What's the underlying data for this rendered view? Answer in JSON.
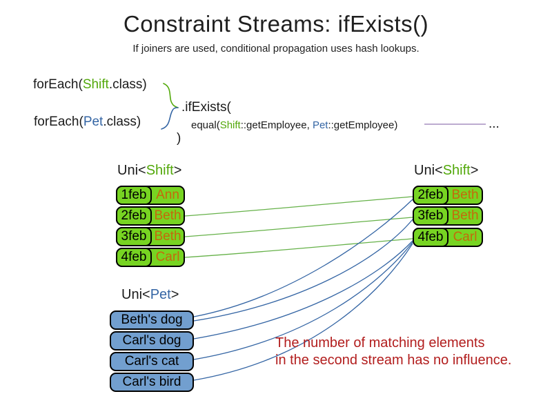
{
  "slide": {
    "title": "Constraint Streams: ifExists()",
    "subtitle": "If joiners are used, conditional propagation uses hash lookups."
  },
  "code": {
    "foreach_shift": {
      "pre": "forEach(",
      "type": "Shift",
      "post": ".class)"
    },
    "foreach_pet": {
      "pre": "forEach(",
      "type": "Pet",
      "post": ".class)"
    },
    "ifexists": ".ifExists(",
    "equal": {
      "pre": "equal(",
      "shift": "Shift",
      "mid1": "::getEmployee, ",
      "pet": "Pet",
      "post": "::getEmployee)"
    },
    "close_paren": ")",
    "ellipsis": "..."
  },
  "streams": {
    "left_shift": {
      "label": {
        "pre": "Uni<",
        "type": "Shift",
        "post": ">"
      },
      "rows": [
        {
          "date": "1feb",
          "name": "Ann"
        },
        {
          "date": "2feb",
          "name": "Beth"
        },
        {
          "date": "3feb",
          "name": "Beth"
        },
        {
          "date": "4feb",
          "name": "Carl"
        }
      ]
    },
    "right_shift": {
      "label": {
        "pre": "Uni<",
        "type": "Shift",
        "post": ">"
      },
      "rows": [
        {
          "date": "2feb",
          "name": "Beth"
        },
        {
          "date": "3feb",
          "name": "Beth"
        },
        {
          "date": "4feb",
          "name": "Carl"
        }
      ]
    },
    "pets": {
      "label": {
        "pre": "Uni<",
        "type": "Pet",
        "post": ">"
      },
      "rows": [
        {
          "name": "Beth's dog"
        },
        {
          "name": "Carl's dog"
        },
        {
          "name": "Carl's cat"
        },
        {
          "name": "Carl's bird"
        }
      ]
    }
  },
  "caption": {
    "line1": "The number of matching elements",
    "line2": "in the second stream has no influence."
  },
  "colors": {
    "green_box": "#77d422",
    "green_text": "#52a80a",
    "line_green": "#65b148",
    "blue_text": "#3465a4",
    "blue_line": "#3465a4",
    "pet_box": "#729fcf",
    "orange": "#c4690c",
    "red": "#b21d1d",
    "purple_line": "#9579b5"
  }
}
